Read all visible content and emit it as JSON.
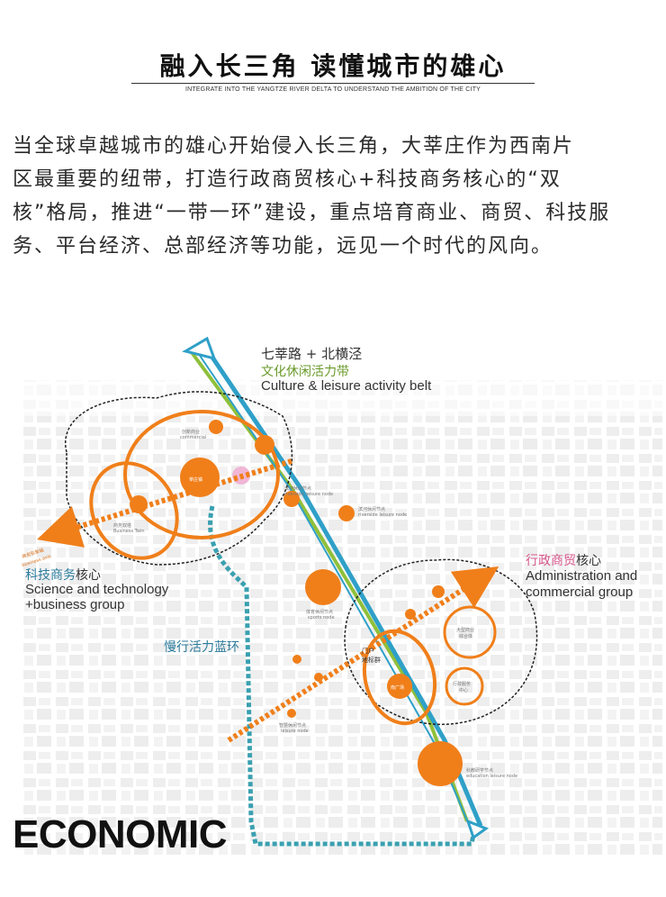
{
  "header": {
    "title": "融入长三角 读懂城市的雄心",
    "subtitle": "INTEGRATE INTO THE YANGTZE RIVER DELTA TO UNDERSTAND THE AMBITION OF THE CITY"
  },
  "body": {
    "lines": [
      "当全球卓越城市的雄心开始侵入长三角，大莘庄作为西南片",
      "区最重要的纽带，打造行政商贸核心+科技商务核心的“双",
      "核”格局，推进“一带一环”建设，重点培育商业、商贸、科技服",
      "务、平台经济、总部经济等功能，远见一个时代的风向。"
    ]
  },
  "map": {
    "belt": {
      "cn_road": "七莘路 + 北横泾",
      "cn_name": "文化休闲活力带",
      "en_name": "Culture & leisure activity belt"
    },
    "science_core": {
      "cn_a": "科技商务",
      "cn_b": "核心",
      "en_line1": "Science and technology",
      "en_line2": "+business group"
    },
    "admin_core": {
      "cn_a": "行政商贸",
      "cn_b": "核心",
      "en_line1": "Administration and",
      "en_line2": "commercial group"
    },
    "slow_ring": "慢行活力蓝环",
    "small_labels": {
      "commercial": "创新商业",
      "commercial_en": "commercial",
      "center": "莘庄镇",
      "riverside_1": "滨河休闲节点",
      "riverside_1_en": "riverside leisure node",
      "riverside_2": "滨河休闲节点",
      "riverside_2_en": "riverside leisure node",
      "twin": "商务双塔",
      "twin_en": "Business Twin",
      "sports": "体育休闲节点",
      "sports_en": "sports node",
      "gate": "门户",
      "gate_b": "地标群",
      "south": "南广场",
      "complex": "大型商业",
      "complex_b": "综合体",
      "admin": "行政服务",
      "admin_b": "中心",
      "education": "科教研学节点",
      "education_en": "education leisure node",
      "leisure_s": "智慧休闲节点",
      "leisure_s_en": "leisure node",
      "axis_left": "商务形象轴",
      "axis_left_en": "business axis"
    }
  },
  "footer": {
    "tag": "ECONOMIC"
  }
}
